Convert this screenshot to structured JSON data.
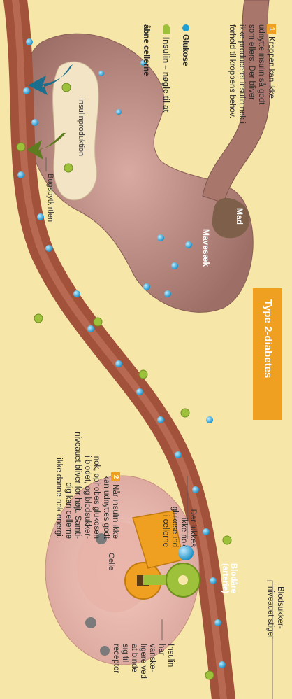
{
  "title": "Type 2-diabetes",
  "step1": {
    "number": "1",
    "text": "Kroppen kan ikke\nudnytte insulin så godt\nsom ellers. Der bliver\nikke produceret insulin nok i\nforhold til kroppens behov."
  },
  "legend": {
    "glucose": "Glukose",
    "insulin_line1": "Insulin – nøgle til at",
    "insulin_line2": "åbne cellerne"
  },
  "labels": {
    "food": "Mad",
    "stomach": "Mavesæk",
    "insulin_production": "Insulinproduktion",
    "pancreas": "Bugspytkirtlen",
    "blood_vessel": "Blodåre (arterie)",
    "cell": "Celle",
    "blood_sugar_rises": "Blodsukker-\nniveauet stiger",
    "receptor_note": "Insulin\nhar\nvanske-\nligere ved\nat binde\nsig til\nreceptor",
    "too_little_glucose": "Der lukkes\nikke nok\nglukose ind\ni cellerne"
  },
  "step2": {
    "number": "2",
    "text": "Når insulin ikke\nkan udnyttes godt\nnok, ophobes glukosen\ni blodet, og blodsukker-\nniveauet bliver for højt. Samti-\ndig kan cellerne\nikke danne nok energi."
  },
  "colors": {
    "background": "#f6e7a8",
    "vessel": "#a2513a",
    "stomach": "#c0918a",
    "title_banner": "#f0a020",
    "glucose": "#1d9fd6",
    "insulin_key": "#9dc13b"
  }
}
